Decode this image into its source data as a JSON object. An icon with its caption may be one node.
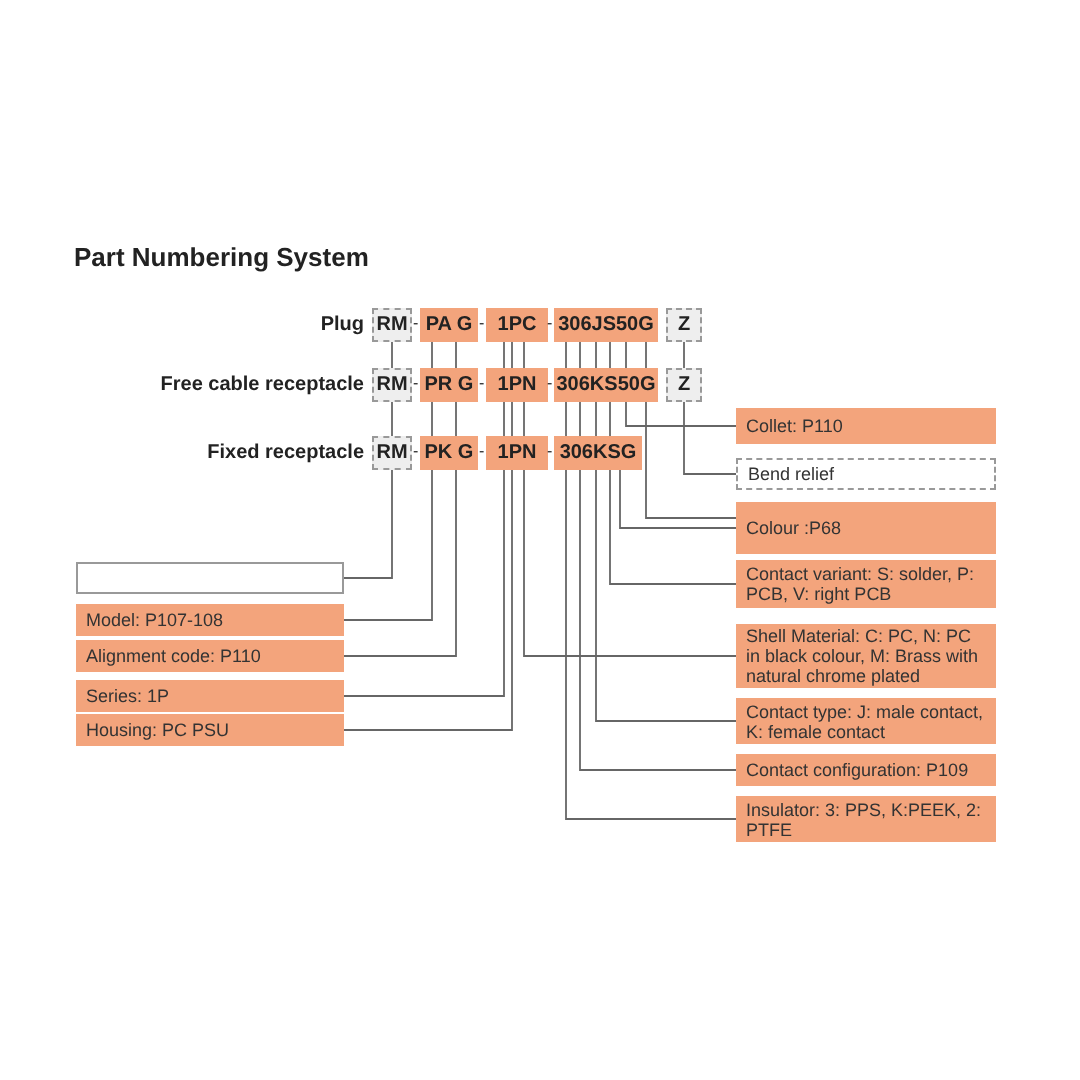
{
  "diagram": {
    "title": "Part Numbering System",
    "nodes": [
      {
        "text": [
          "RM"
        ]
      },
      {
        "text": [
          "PA G"
        ]
      },
      {
        "text": [
          "1PC"
        ]
      },
      {
        "text": [
          "306JS50G"
        ]
      },
      {
        "text": [
          "Z"
        ]
      },
      {
        "text": [
          "RM"
        ]
      },
      {
        "text": [
          "PR G"
        ]
      },
      {
        "text": [
          "1PN"
        ]
      },
      {
        "text": [
          "306KS50G"
        ]
      },
      {
        "text": [
          "Z"
        ]
      },
      {
        "text": [
          "RM"
        ]
      },
      {
        "text": [
          "PK G"
        ]
      },
      {
        "text": [
          "1PN"
        ]
      },
      {
        "text": [
          "306KSG"
        ]
      },
      {
        "text": [
          "Collet: P110"
        ]
      },
      {
        "text": [
          "Bend relief"
        ]
      },
      {
        "text": [
          "Colour :P68"
        ]
      },
      {
        "text": [],
        "shape": "box"
      },
      {
        "text": [
          "Contact variant: S: solder, P: PCB, V: right PCB"
        ]
      },
      {
        "text": [
          "Model: P107-108"
        ]
      },
      {
        "text": [
          "Shell Material: C: PC, N: PC in black colour, M: Brass with natural chrome plated"
        ]
      },
      {
        "text": [
          "Alignment code: P110"
        ]
      },
      {
        "text": [
          "Series: 1P"
        ]
      },
      {
        "text": [
          "Housing: PC PSU"
        ]
      },
      {
        "text": [
          "Contact type: J: male contact, K: female contact"
        ]
      },
      {
        "text": [
          "Contact configuration: P109"
        ]
      },
      {
        "text": [
          "Insulator: 3: PPS, K:PEEK, 2: PTFE"
        ]
      }
    ],
    "edges": [
      {
        "from": 10,
        "to": 17,
        "arrow": "none"
      },
      {
        "from": 11,
        "to": 19,
        "arrow": "none"
      },
      {
        "from": 11,
        "to": 21,
        "arrow": "none"
      },
      {
        "from": 12,
        "to": 22,
        "arrow": "none"
      },
      {
        "from": 12,
        "to": 23,
        "arrow": "none"
      },
      {
        "from": 12,
        "to": 20,
        "arrow": "none"
      },
      {
        "from": 13,
        "to": 26,
        "arrow": "none"
      },
      {
        "from": 13,
        "to": 25,
        "arrow": "none"
      },
      {
        "from": 13,
        "to": 24,
        "arrow": "none"
      },
      {
        "from": 13,
        "to": 18,
        "arrow": "none"
      },
      {
        "from": 13,
        "to": 16,
        "arrow": "none"
      },
      {
        "from": 8,
        "to": 14,
        "arrow": "none"
      },
      {
        "from": 8,
        "to": 16,
        "arrow": "none"
      },
      {
        "from": 9,
        "to": 15,
        "arrow": "none"
      },
      {
        "from": 0,
        "to": 5,
        "arrow": "none"
      },
      {
        "from": 1,
        "to": 6,
        "arrow": "none"
      },
      {
        "from": 1,
        "to": 6,
        "arrow": "none"
      },
      {
        "from": 2,
        "to": 7,
        "arrow": "none"
      },
      {
        "from": 2,
        "to": 7,
        "arrow": "none"
      },
      {
        "from": 2,
        "to": 7,
        "arrow": "none"
      },
      {
        "from": 3,
        "to": 8,
        "arrow": "none"
      },
      {
        "from": 3,
        "to": 8,
        "arrow": "none"
      },
      {
        "from": 3,
        "to": 8,
        "arrow": "none"
      },
      {
        "from": 3,
        "to": 8,
        "arrow": "none"
      },
      {
        "from": 3,
        "to": 8,
        "arrow": "none"
      },
      {
        "from": 3,
        "to": 8,
        "arrow": "none"
      },
      {
        "from": 4,
        "to": 9,
        "arrow": "none"
      },
      {
        "from": 5,
        "to": 10,
        "arrow": "none"
      },
      {
        "from": 6,
        "to": 11,
        "arrow": "none"
      },
      {
        "from": 6,
        "to": 11,
        "arrow": "none"
      },
      {
        "from": 7,
        "to": 12,
        "arrow": "none"
      },
      {
        "from": 7,
        "to": 12,
        "arrow": "none"
      },
      {
        "from": 7,
        "to": 12,
        "arrow": "none"
      },
      {
        "from": 8,
        "to": 13,
        "arrow": "none"
      },
      {
        "from": 8,
        "to": 13,
        "arrow": "none"
      },
      {
        "from": 8,
        "to": 13,
        "arrow": "none"
      },
      {
        "from": 8,
        "to": 13,
        "arrow": "none"
      }
    ],
    "labels": [
      "Plug",
      "-",
      "-",
      "-",
      "Free cable receptacle",
      "-",
      "-",
      "-",
      "Fixed receptacle",
      "-",
      "-",
      "-"
    ]
  }
}
